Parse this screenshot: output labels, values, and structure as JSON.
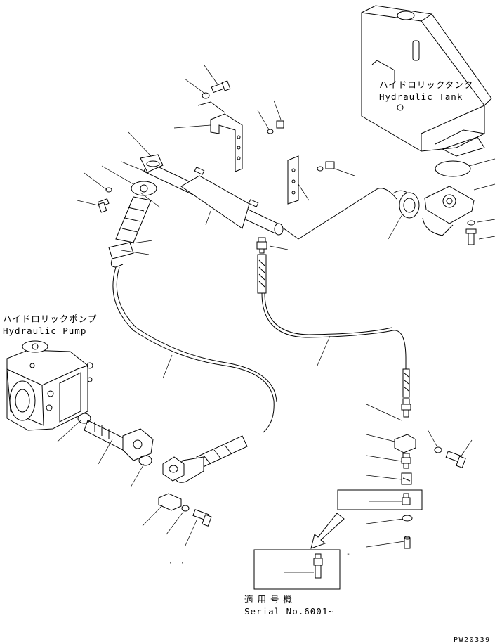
{
  "labels": {
    "tank_jp": "ハイドロリックタンク",
    "tank_en": "Hydraulic Tank",
    "pump_jp": "ハイドロリックポンプ",
    "pump_en": "Hydraulic Pump",
    "serial_jp": "適 用 号 機",
    "serial_en": "Serial No.6001~",
    "drawing_code": "PW20339"
  }
}
